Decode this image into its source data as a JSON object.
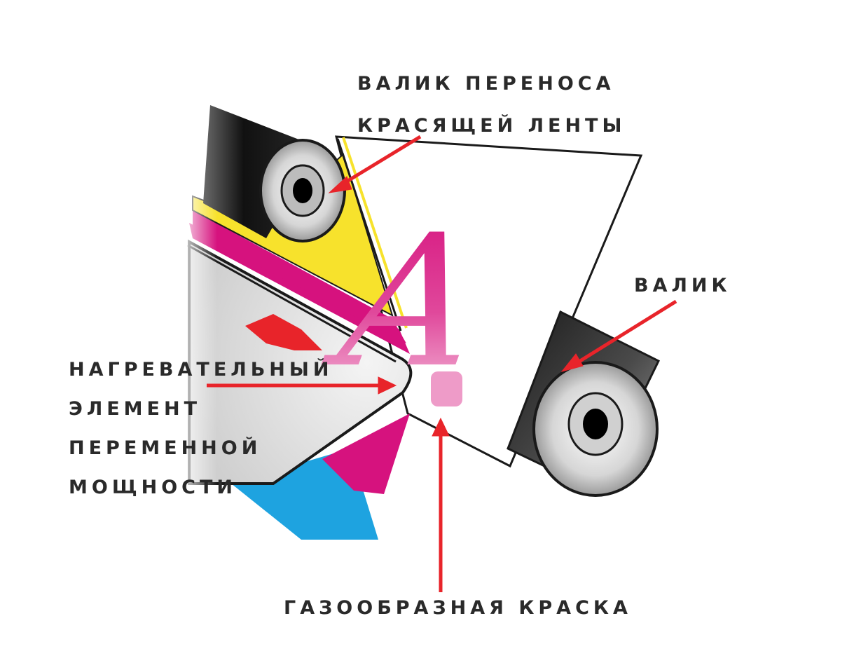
{
  "labels": {
    "ribbon_roller": [
      "ВАЛИК ПЕРЕНОСА",
      "КРАСЯЩЕЙ ЛЕНТЫ"
    ],
    "roller": "ВАЛИК",
    "heating_element": [
      "НАГРЕВАТЕЛЬНЫЙ",
      "ЭЛЕМЕНТ",
      "ПЕРЕМЕННОЙ",
      "МОЩНОСТИ"
    ],
    "gas_ink": "ГАЗООБРАЗНАЯ КРАСКА"
  },
  "printed_glyph": "A",
  "colors": {
    "arrow": "#e8242a",
    "yellow_ribbon": "#f7e22c",
    "magenta_ribbon": "#d6127e",
    "cyan_ribbon": "#1ea3e0",
    "outline": "#1a1a1a",
    "label_text": "#2a2a2a"
  },
  "icons": [
    "ribbon-transfer-roller-icon",
    "pressure-roller-icon",
    "heating-element-icon",
    "motion-arrow-icon"
  ]
}
